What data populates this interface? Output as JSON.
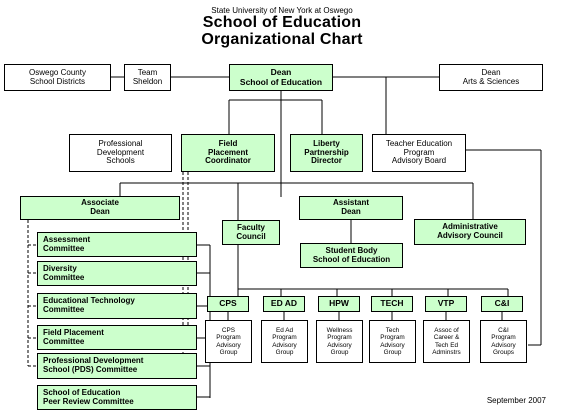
{
  "header": {
    "university": "State  University of New York  at Oswego",
    "title_line1": "School of Education",
    "title_line2": "Organizational Chart"
  },
  "nodes": {
    "county": "Oswego County\nSchool Districts",
    "team": "Team\nSheldon",
    "dean": "Dean\nSchool of Education",
    "dean_as": "Dean\nArts & Sciences",
    "pds": "Professional\nDevelopment\nSchools",
    "field": "Field\nPlacement\nCoordinator",
    "liberty": "Liberty\nPartnership\nDirector",
    "tea": "Teacher Education\nProgram\nAdvisory Board",
    "assoc": "Associate\nDean",
    "asst": "Assistant\nDean",
    "faculty": "Faculty\nCouncil",
    "admin": "Administrative\nAdvisory Council",
    "student": "Student Body\nSchool of Education",
    "assess": "Assessment\nCommittee",
    "divers": "Diversity\nCommittee",
    "edtech": "Educational Technology\nCommittee",
    "fpc": "Field Placement\nCommittee",
    "pdsc": "Professional Development\nSchool (PDS) Committee",
    "peer": "School of Education\nPeer Review Committee"
  },
  "departments": [
    {
      "id": "cps",
      "name": "CPS",
      "group": "CPS\nProgram\nAdvisory\nGroup"
    },
    {
      "id": "edad",
      "name": "ED AD",
      "group": "Ed Ad\nProgram\nAdvisory\nGroup"
    },
    {
      "id": "hpw",
      "name": "HPW",
      "group": "Wellness\nProgram\nAdvisory\nGroup"
    },
    {
      "id": "tech",
      "name": "TECH",
      "group": "Tech\nProgram\nAdvisory\nGroup"
    },
    {
      "id": "vtp",
      "name": "VTP",
      "group": "Assoc of\nCareer &\nTech Ed\nAdminstrs"
    },
    {
      "id": "ci",
      "name": "C&I",
      "group": "C&I\nProgram\nAdvisory\nGroups"
    }
  ],
  "footer": {
    "date": "September 2007"
  },
  "colors": {
    "box_green": "#ccffcc",
    "line": "#000000"
  }
}
